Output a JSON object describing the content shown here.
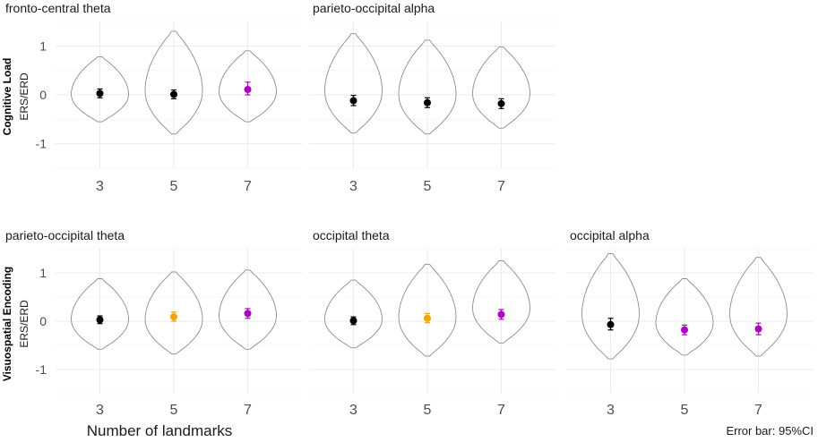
{
  "chart_data": {
    "type": "violin",
    "x_label": "Number of landmarks",
    "y_label": "ERS/ERD",
    "caption": "Error bar: 95%CI",
    "y_ticks": [
      -1,
      0,
      1
    ],
    "ylim": [
      -1.5,
      1.5
    ],
    "categories": [
      "3",
      "5",
      "7"
    ],
    "grid": true,
    "rows": [
      {
        "label": "Cognitive Load",
        "panels": [
          {
            "title": "fronto-central theta",
            "groups": [
              {
                "x": "3",
                "mean": 0.03,
                "ci": [
                  -0.06,
                  0.12
                ],
                "color": "#000000",
                "violin_min": -0.55,
                "violin_max": 0.78
              },
              {
                "x": "5",
                "mean": 0.01,
                "ci": [
                  -0.08,
                  0.1
                ],
                "color": "#000000",
                "violin_min": -0.8,
                "violin_max": 1.3
              },
              {
                "x": "7",
                "mean": 0.11,
                "ci": [
                  0.0,
                  0.26
                ],
                "color": "#b000c8",
                "violin_min": -0.55,
                "violin_max": 0.9
              }
            ]
          },
          {
            "title": "parieto-occipital alpha",
            "groups": [
              {
                "x": "3",
                "mean": -0.12,
                "ci": [
                  -0.22,
                  -0.01
                ],
                "color": "#000000",
                "violin_min": -0.78,
                "violin_max": 1.25
              },
              {
                "x": "5",
                "mean": -0.16,
                "ci": [
                  -0.26,
                  -0.06
                ],
                "color": "#000000",
                "violin_min": -0.8,
                "violin_max": 1.12
              },
              {
                "x": "7",
                "mean": -0.18,
                "ci": [
                  -0.28,
                  -0.08
                ],
                "color": "#000000",
                "violin_min": -0.68,
                "violin_max": 0.98
              }
            ]
          }
        ]
      },
      {
        "label": "Visuospatial Encoding",
        "panels": [
          {
            "title": "parieto-occipital theta",
            "groups": [
              {
                "x": "3",
                "mean": 0.03,
                "ci": [
                  -0.05,
                  0.11
                ],
                "color": "#000000",
                "violin_min": -0.58,
                "violin_max": 0.88
              },
              {
                "x": "5",
                "mean": 0.09,
                "ci": [
                  0.0,
                  0.19
                ],
                "color": "#f5a300",
                "violin_min": -0.68,
                "violin_max": 1.02
              },
              {
                "x": "7",
                "mean": 0.16,
                "ci": [
                  0.06,
                  0.26
                ],
                "color": "#b000c8",
                "violin_min": -0.58,
                "violin_max": 1.06
              }
            ]
          },
          {
            "title": "occipital theta",
            "groups": [
              {
                "x": "3",
                "mean": 0.01,
                "ci": [
                  -0.07,
                  0.09
                ],
                "color": "#000000",
                "violin_min": -0.55,
                "violin_max": 0.85
              },
              {
                "x": "5",
                "mean": 0.06,
                "ci": [
                  -0.03,
                  0.16
                ],
                "color": "#f5a300",
                "violin_min": -0.72,
                "violin_max": 1.18
              },
              {
                "x": "7",
                "mean": 0.14,
                "ci": [
                  0.04,
                  0.24
                ],
                "color": "#b000c8",
                "violin_min": -0.45,
                "violin_max": 1.25
              }
            ]
          },
          {
            "title": "occipital alpha",
            "groups": [
              {
                "x": "3",
                "mean": -0.07,
                "ci": [
                  -0.18,
                  0.06
                ],
                "color": "#000000",
                "violin_min": -0.78,
                "violin_max": 1.4
              },
              {
                "x": "5",
                "mean": -0.18,
                "ci": [
                  -0.28,
                  -0.08
                ],
                "color": "#b000c8",
                "violin_min": -0.7,
                "violin_max": 0.88
              },
              {
                "x": "7",
                "mean": -0.16,
                "ci": [
                  -0.28,
                  -0.04
                ],
                "color": "#b000c8",
                "violin_min": -0.72,
                "violin_max": 1.32
              }
            ]
          }
        ]
      }
    ]
  }
}
